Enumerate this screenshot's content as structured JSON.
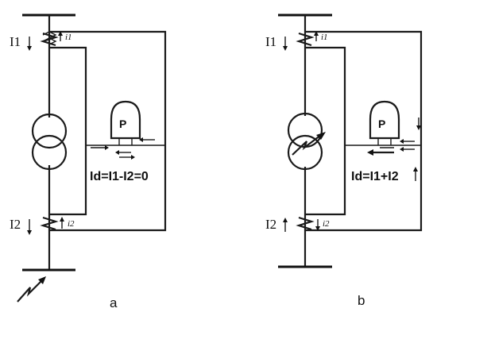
{
  "diagram_a": {
    "caption": "a",
    "current_top": "I1",
    "current_bottom": "I2",
    "secondary_top": "i1",
    "secondary_bottom": "i2",
    "relay_label": "P",
    "equation": "Id=I1-I2=0"
  },
  "diagram_b": {
    "caption": "b",
    "current_top": "I1",
    "current_bottom": "I2",
    "secondary_top": "i1",
    "secondary_bottom": "i2",
    "relay_label": "P",
    "equation": "Id=I1+I2"
  },
  "colors": {
    "ink": "#111111",
    "background": "#ffffff"
  },
  "icons": [
    "transformer-icon",
    "relay-icon",
    "fault-arrow-icon",
    "current-transformer-icon"
  ]
}
